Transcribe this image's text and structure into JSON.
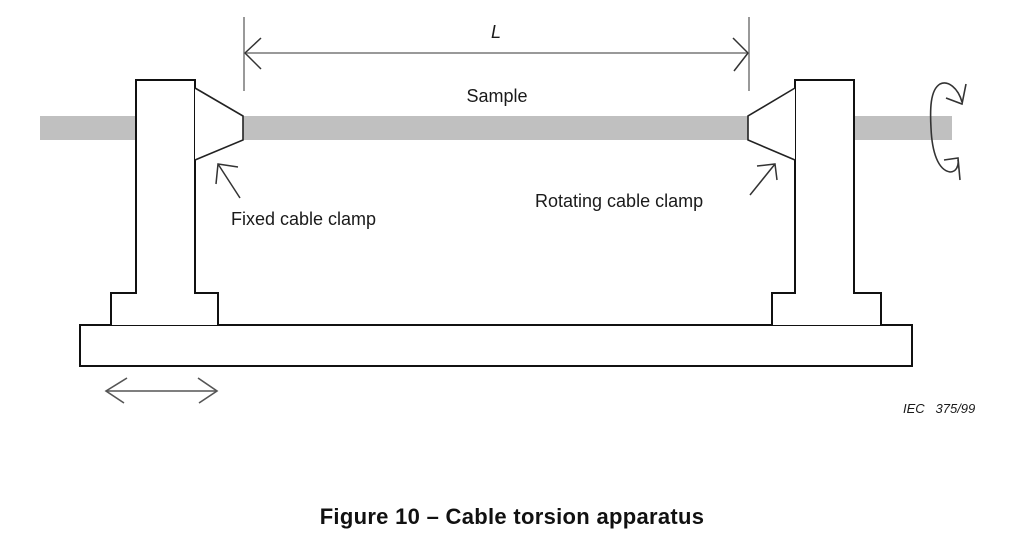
{
  "figure": {
    "caption": "Figure 10 – Cable torsion apparatus",
    "reference": "IEC   375/99"
  },
  "labels": {
    "dimension": "L",
    "sample": "Sample",
    "fixed_clamp": "Fixed cable clamp",
    "rotating_clamp": "Rotating cable clamp"
  },
  "colors": {
    "cable": "#c0c0c0",
    "outline": "#111111",
    "dimension_line": "#999999",
    "background": "#ffffff"
  },
  "icons": {
    "rotation": "rotation-arrow-icon",
    "slide": "double-headed-arrow-icon"
  }
}
